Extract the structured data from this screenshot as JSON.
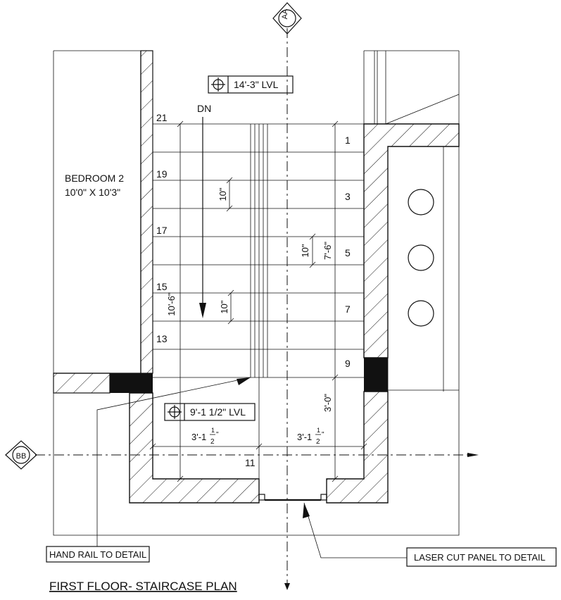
{
  "grid_bubbles": {
    "vertical": "AA",
    "horizontal": "BB"
  },
  "room_label": {
    "name": "BEDROOM 2",
    "size": "10'0\" X 10'3\""
  },
  "level_upper": "14'-3\" LVL",
  "level_lower": "9'-1 1/2\" LVL",
  "direction_label": "DN",
  "riser_numbers_left": [
    "21",
    "19",
    "17",
    "15",
    "13"
  ],
  "riser_numbers_right": [
    "1",
    "3",
    "5",
    "7",
    "9"
  ],
  "landing_number": "11",
  "dimensions": {
    "tread_upper": "10\"",
    "tread_mid": "10\"",
    "tread_lower": "10\"",
    "run_left": "10'-6\"",
    "run_right": "7'-6\"",
    "landing_depth": "3'-0\"",
    "width_left": "3'-1",
    "width_right": "3'-1",
    "fraction_num": "1",
    "fraction_den": "2",
    "fraction_tail": "\""
  },
  "callouts": {
    "hand_rail": "HAND RAIL TO DETAIL",
    "laser_panel": "LASER CUT PANEL TO DETAIL"
  },
  "drawing_title": "FIRST FLOOR- STAIRCASE PLAN"
}
